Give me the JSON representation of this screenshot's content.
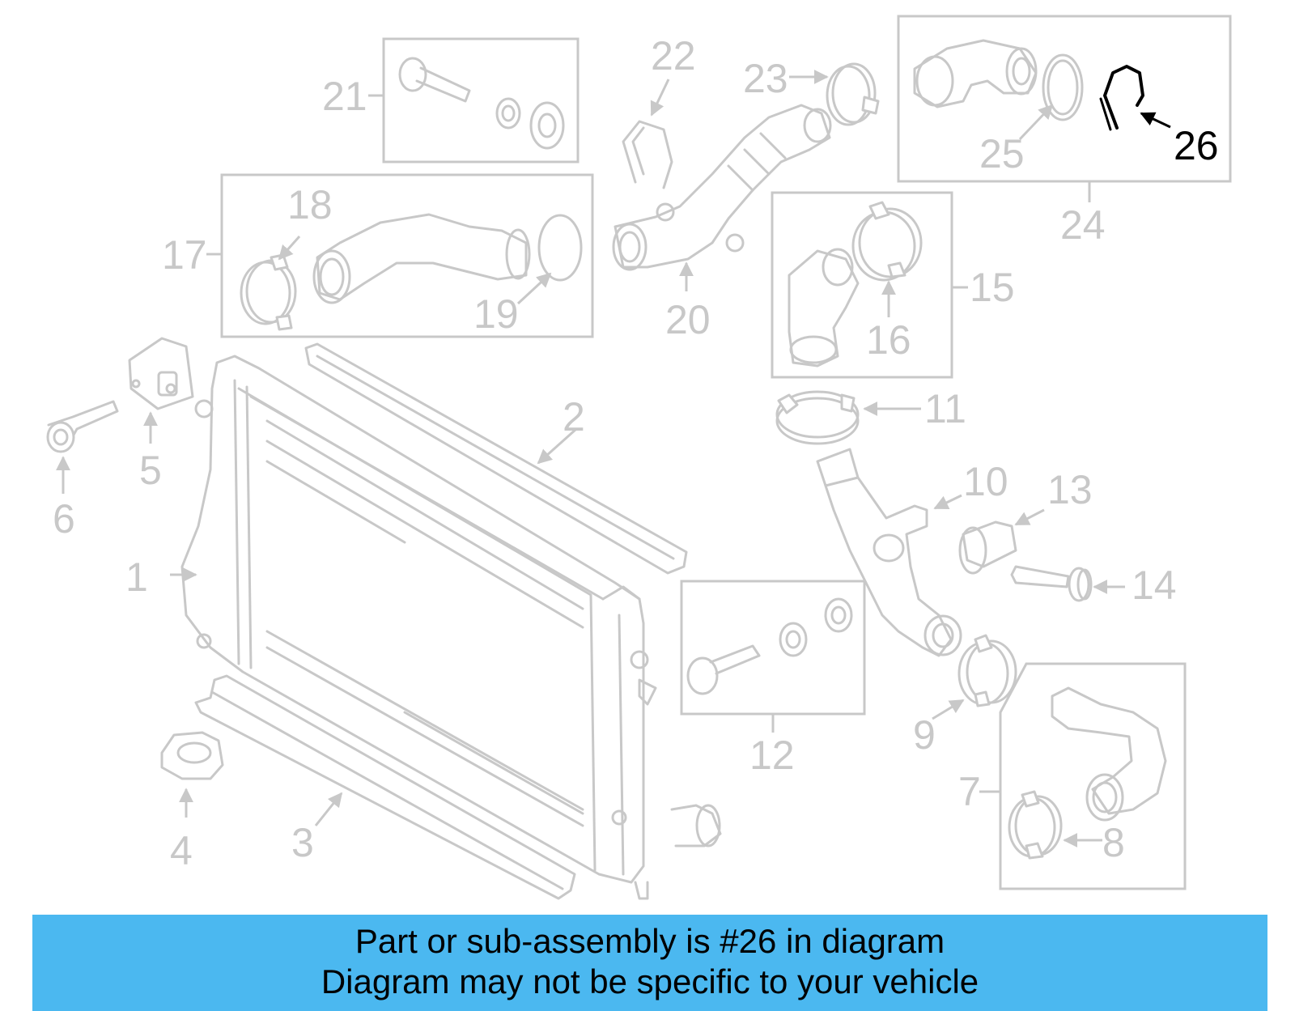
{
  "diagram": {
    "highlighted_part": "26",
    "callouts": [
      "1",
      "2",
      "3",
      "4",
      "5",
      "6",
      "7",
      "8",
      "9",
      "10",
      "11",
      "12",
      "13",
      "14",
      "15",
      "16",
      "17",
      "18",
      "19",
      "20",
      "21",
      "22",
      "23",
      "24",
      "25",
      "26"
    ]
  },
  "banner": {
    "line1": "Part or sub-assembly is #26 in diagram",
    "line2": "Diagram may not be specific to your vehicle"
  },
  "colors": {
    "part_gray": "#c8c8c8",
    "highlight": "#000000",
    "banner_bg": "#4bb8f0"
  }
}
